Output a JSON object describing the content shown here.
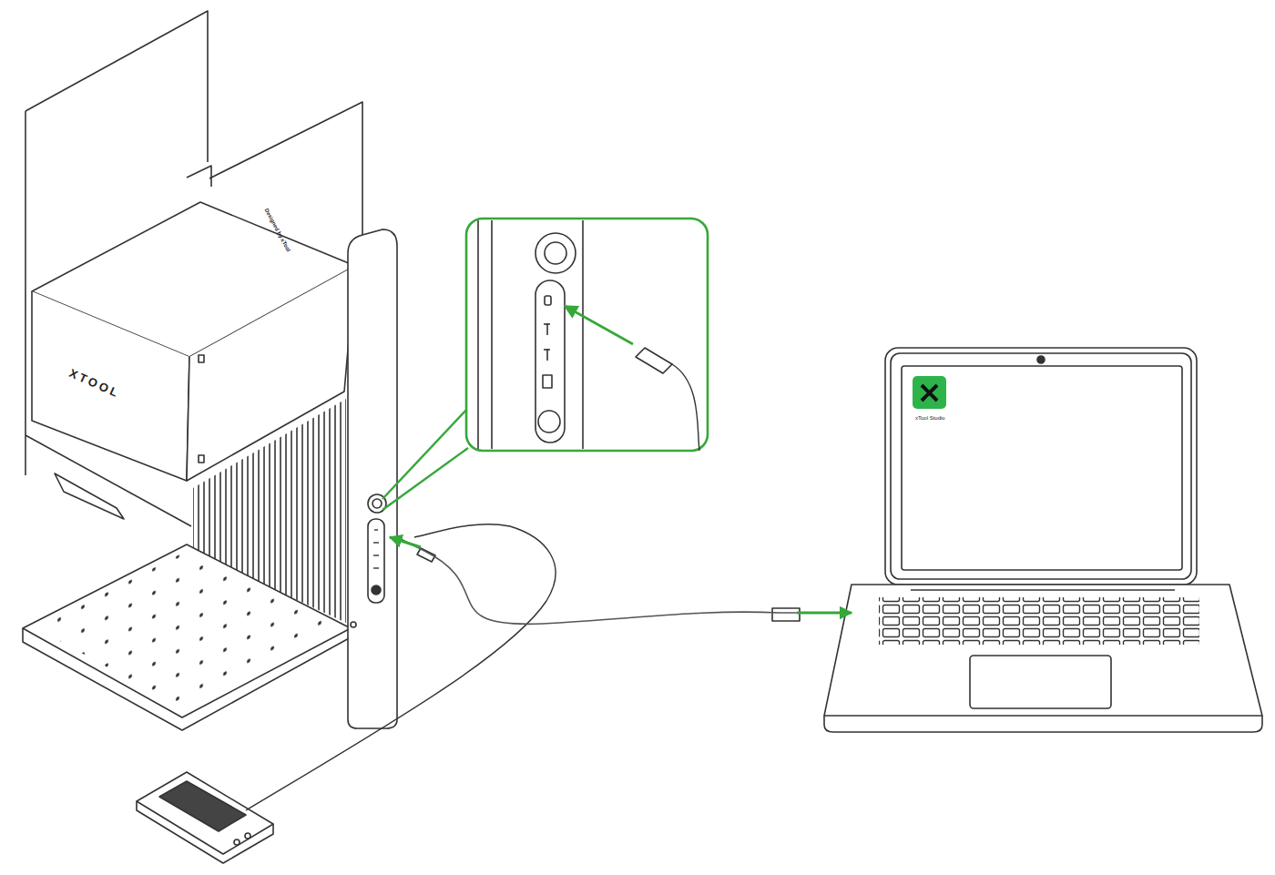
{
  "diagram": {
    "nodes": [
      {
        "text": [
          "XTOOL",
          "Designed by xTool"
        ]
      },
      {
        "text": [
          "xTool Studio"
        ]
      }
    ],
    "edges": [
      {
        "from": 0,
        "to": 1,
        "arrow": "both"
      }
    ]
  }
}
